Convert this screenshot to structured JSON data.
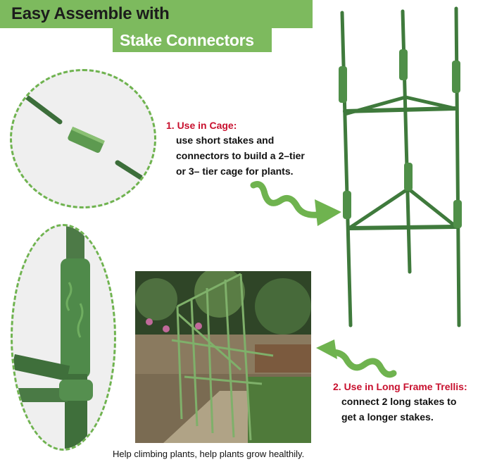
{
  "header": {
    "title_line1": "Easy Assemble with",
    "title_line2": "Stake Connectors"
  },
  "cage": {
    "label": "1. Use in Cage:",
    "lines": [
      "use short stakes and",
      "connectors to build a 2–tier",
      "or 3– tier cage for plants."
    ]
  },
  "trellis": {
    "label": "2. Use in Long Frame Trellis:",
    "lines": [
      "connect 2 long stakes to",
      "get a longer stakes."
    ]
  },
  "caption": "Help climbing plants, help plants grow healthily.",
  "colors": {
    "accent_green": "#7dba5e",
    "label_red": "#c8102e",
    "stake_green": "#3f7a3c"
  }
}
